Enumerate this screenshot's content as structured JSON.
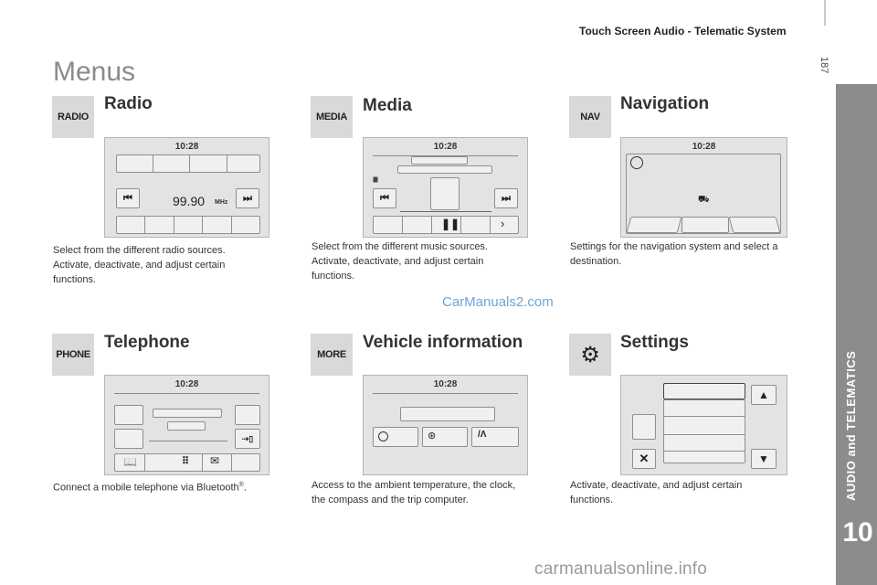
{
  "header": {
    "title": "Touch Screen Audio - Telematic System",
    "page_number": "187"
  },
  "sidebar": {
    "label": "AUDIO and TELEMATICS",
    "chapter": "10"
  },
  "heading": "Menus",
  "screen_clock": "10:28",
  "radio": {
    "badge": "RADIO",
    "title": "Radio",
    "frequency": "99.90",
    "unit": "MHz",
    "desc": [
      "Select from the different radio sources.",
      "Activate, deactivate, and adjust certain",
      "functions."
    ]
  },
  "media": {
    "badge": "MEDIA",
    "title": "Media",
    "desc": [
      "Select from the different music sources.",
      "Activate, deactivate, and adjust certain",
      "functions."
    ]
  },
  "navigation": {
    "badge": "NAV",
    "title": "Navigation",
    "desc": [
      "Settings for the navigation system and select a",
      "destination."
    ]
  },
  "telephone": {
    "badge": "PHONE",
    "title": "Telephone",
    "desc": "Connect a mobile telephone via Bluetooth",
    "desc_mark": "®",
    "desc_end": "."
  },
  "vehicle": {
    "badge": "MORE",
    "title": "Vehicle information",
    "desc": [
      "Access to the ambient temperature, the clock,",
      "the compass and the trip computer."
    ]
  },
  "settings": {
    "badge_icon": "gears-icon",
    "title": "Settings",
    "desc": [
      "Activate, deactivate, and adjust certain",
      "functions."
    ]
  },
  "watermarks": {
    "center": "CarManuals2.com",
    "footer": "carmanualsonline.info"
  },
  "colors": {
    "sidebar": "#8c8c8c",
    "heading": "#8a8a8a",
    "badge_bg": "#d9d9d9",
    "watermark": "#6aa6d8"
  }
}
